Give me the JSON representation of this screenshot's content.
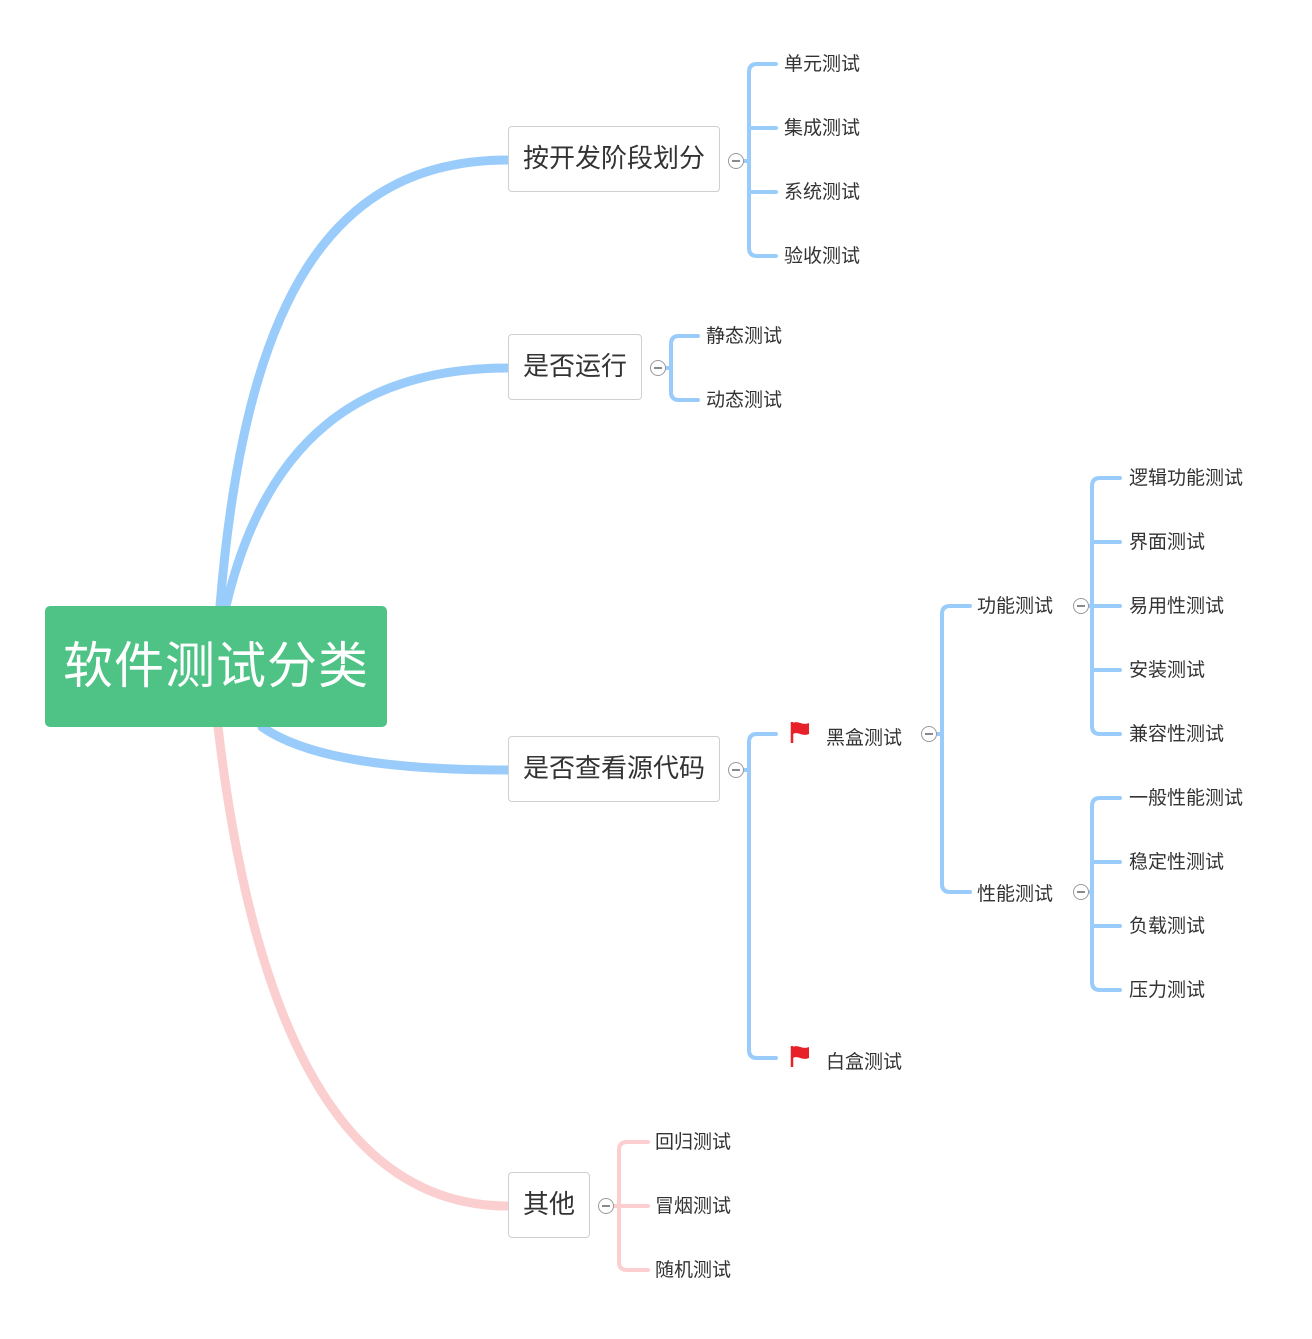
{
  "colors": {
    "blue_line": "#99ccfa",
    "pink_line": "#fbcfcf",
    "root_fill": "#4fc386",
    "flag_red": "#e8202a"
  },
  "root": {
    "label": "软件测试分类"
  },
  "branches": {
    "b1": {
      "label": "按开发阶段划分",
      "children": [
        "单元测试",
        "集成测试",
        "系统测试",
        "验收测试"
      ]
    },
    "b2": {
      "label": "是否运行",
      "children": [
        "静态测试",
        "动态测试"
      ]
    },
    "b3": {
      "label": "是否查看源代码",
      "black": {
        "label": "黑盒测试",
        "marker": "red-flag-icon",
        "functional": {
          "label": "功能测试",
          "children": [
            "逻辑功能测试",
            "界面测试",
            "易用性测试",
            "安装测试",
            "兼容性测试"
          ]
        },
        "performance": {
          "label": "性能测试",
          "children": [
            "一般性能测试",
            "稳定性测试",
            "负载测试",
            "压力测试"
          ]
        }
      },
      "white": {
        "label": "白盒测试",
        "marker": "red-flag-icon"
      }
    },
    "b4": {
      "label": "其他",
      "children": [
        "回归测试",
        "冒烟测试",
        "随机测试"
      ]
    }
  }
}
